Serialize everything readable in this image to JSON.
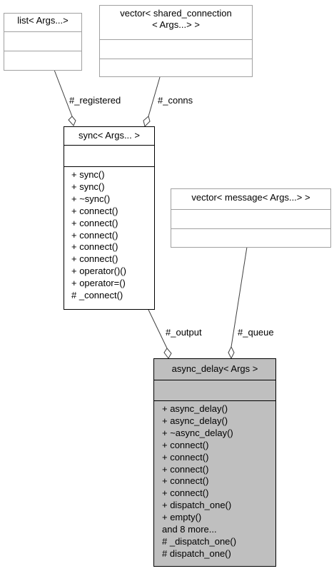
{
  "classes": {
    "list": {
      "title": "list< Args...>"
    },
    "vector_conn": {
      "title_line1": "vector< shared_connection",
      "title_line2": "< Args...> >"
    },
    "sync": {
      "title": "sync< Args... >",
      "members": [
        "+ sync()",
        "+ sync()",
        "+ ~sync()",
        "+ connect()",
        "+ connect()",
        "+ connect()",
        "+ connect()",
        "+ connect()",
        "+ operator()()",
        "+ operator=()",
        "# _connect()"
      ]
    },
    "vector_msg": {
      "title": "vector< message< Args...> >"
    },
    "async_delay": {
      "title": "async_delay< Args >",
      "members": [
        "+ async_delay()",
        "+ async_delay()",
        "+ ~async_delay()",
        "+ connect()",
        "+ connect()",
        "+ connect()",
        "+ connect()",
        "+ connect()",
        "+ dispatch_one()",
        "+ empty()",
        "and 8 more...",
        "# _dispatch_one()",
        "# dispatch_one()"
      ]
    }
  },
  "edges": {
    "registered": "#_registered",
    "conns": "#_conns",
    "output": "#_output",
    "queue": "#_queue"
  }
}
